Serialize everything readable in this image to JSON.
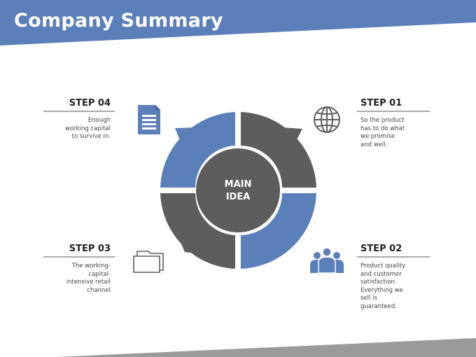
{
  "header": {
    "title": "Company Summary"
  },
  "center": {
    "line1": "MAIN",
    "line2": "IDEA"
  },
  "steps": {
    "step01": {
      "title": "STEP 01",
      "desc": [
        "So the product",
        "has to do what",
        "we promise",
        "and well."
      ],
      "icon": "globe-icon"
    },
    "step02": {
      "title": "STEP 02",
      "desc": [
        "Product quality",
        "and customer",
        "satisfaction.",
        "Everything we",
        "sell is",
        "guaranteed."
      ],
      "icon": "people-icon"
    },
    "step03": {
      "title": "STEP 03",
      "desc": [
        "The working-",
        "capital-",
        "intensive retail",
        "channel"
      ],
      "icon": "folder-icon"
    },
    "step04": {
      "title": "STEP 04",
      "desc": [
        "Enough",
        "working capital",
        "to survive in."
      ],
      "icon": "document-icon"
    }
  },
  "colors": {
    "blue": "#5b7fb9",
    "gray": "#5d5d5d",
    "bottom_band": "#9a9a9a"
  }
}
